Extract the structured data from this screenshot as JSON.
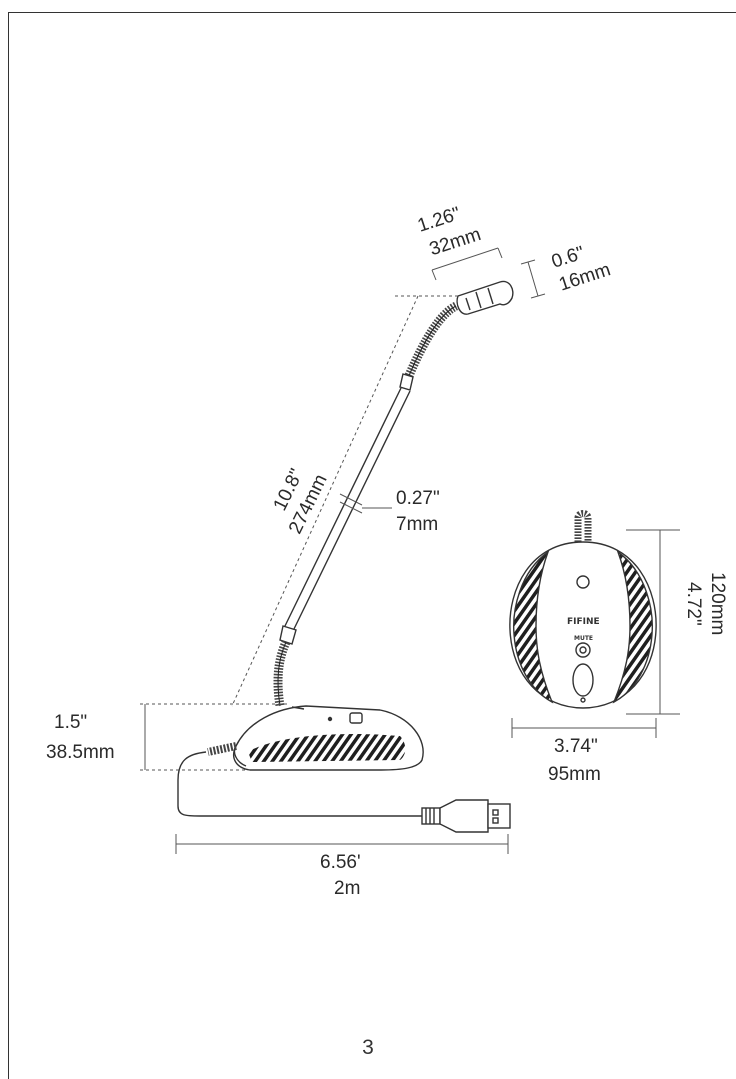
{
  "diagram": {
    "labels": {
      "head_width_in": "1.26\"",
      "head_width_mm": "32mm",
      "head_height_in": "0.6\"",
      "head_height_mm": "16mm",
      "neck_length_in": "10.8\"",
      "neck_length_mm": "274mm",
      "pole_diameter_in": "0.27\"",
      "pole_diameter_mm": "7mm",
      "base_height_in": "1.5\"",
      "base_height_mm": "38.5mm",
      "cable_length_ft": "6.56'",
      "cable_length_m": "2m",
      "base_width_in": "3.74\"",
      "base_width_mm": "95mm",
      "base_depth_in": "4.72\"",
      "base_depth_mm": "120mm",
      "brand_text": "FIFINE",
      "mute_text": "MUTE"
    }
  },
  "footer": {
    "page_number": "3"
  },
  "colors": {
    "line": "#333333",
    "dim_line": "#555555",
    "background": "#ffffff"
  }
}
